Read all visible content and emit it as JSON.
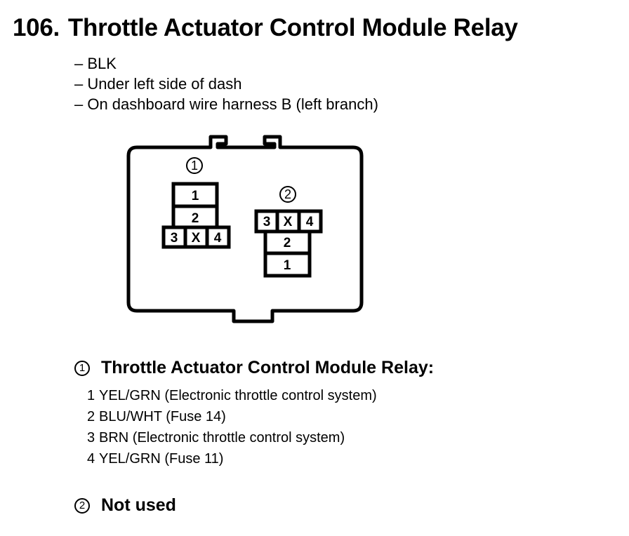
{
  "title": {
    "number": "106.",
    "text": "Throttle Actuator Control Module Relay"
  },
  "notes": [
    "– BLK",
    "– Under left side of dash",
    "– On dashboard wire harness B (left branch)"
  ],
  "diagram": {
    "connector1": {
      "callout": "1",
      "cells": [
        "1",
        "2",
        "3",
        "X",
        "4"
      ]
    },
    "connector2": {
      "callout": "2",
      "cells": [
        "3",
        "X",
        "4",
        "2",
        "1"
      ]
    }
  },
  "section1": {
    "badge": "1",
    "heading": "Throttle Actuator Control Module Relay:",
    "pins": [
      {
        "num": "1",
        "desc": "YEL/GRN (Electronic throttle control system)"
      },
      {
        "num": "2",
        "desc": "BLU/WHT (Fuse 14)"
      },
      {
        "num": "3",
        "desc": "BRN (Electronic throttle control system)"
      },
      {
        "num": "4",
        "desc": "YEL/GRN (Fuse 11)"
      }
    ]
  },
  "section2": {
    "badge": "2",
    "heading": "Not used"
  }
}
